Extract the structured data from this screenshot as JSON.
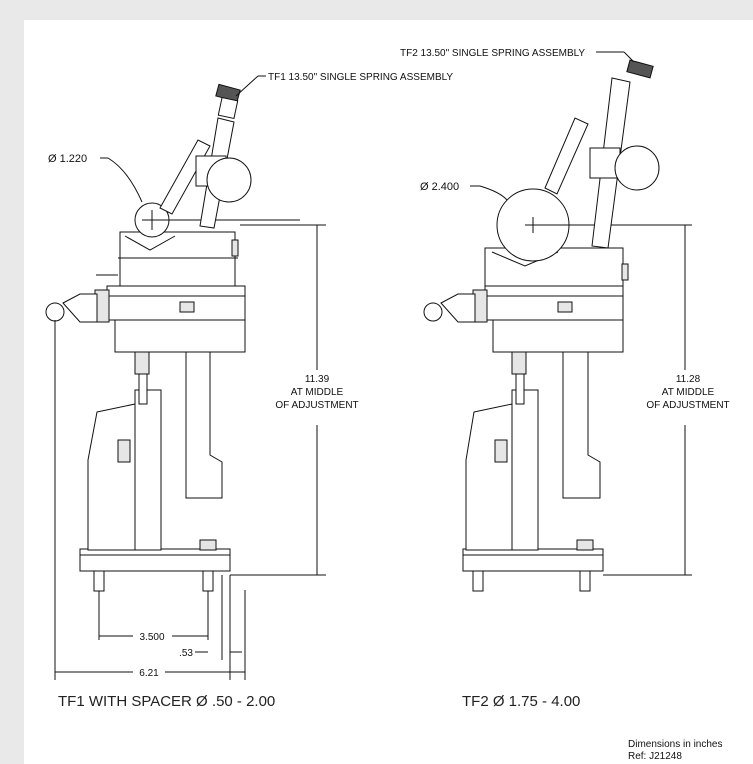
{
  "colors": {
    "background": "#e9e9e9",
    "sheet": "#ffffff",
    "line": "#111111"
  },
  "tf1": {
    "spring_label": "TF1 13.50\" SINGLE SPRING ASSEMBLY",
    "diameter_label": "Ø 1.220",
    "height_value": "11.39",
    "height_line2": "AT MIDDLE",
    "height_line3": "OF ADJUSTMENT",
    "bolt_spacing": "3.500",
    "offset": ".53",
    "base_width": "6.21",
    "caption": "TF1 WITH SPACER   Ø .50 - 2.00"
  },
  "tf2": {
    "spring_label": "TF2 13.50\" SINGLE SPRING ASSEMBLY",
    "diameter_label": "Ø 2.400",
    "height_value": "11.28",
    "height_line2": "AT MIDDLE",
    "height_line3": "OF ADJUSTMENT",
    "caption": "TF2   Ø 1.75 - 4.00"
  },
  "footer": {
    "units": "Dimensions in inches",
    "ref": "Ref: J21248"
  }
}
